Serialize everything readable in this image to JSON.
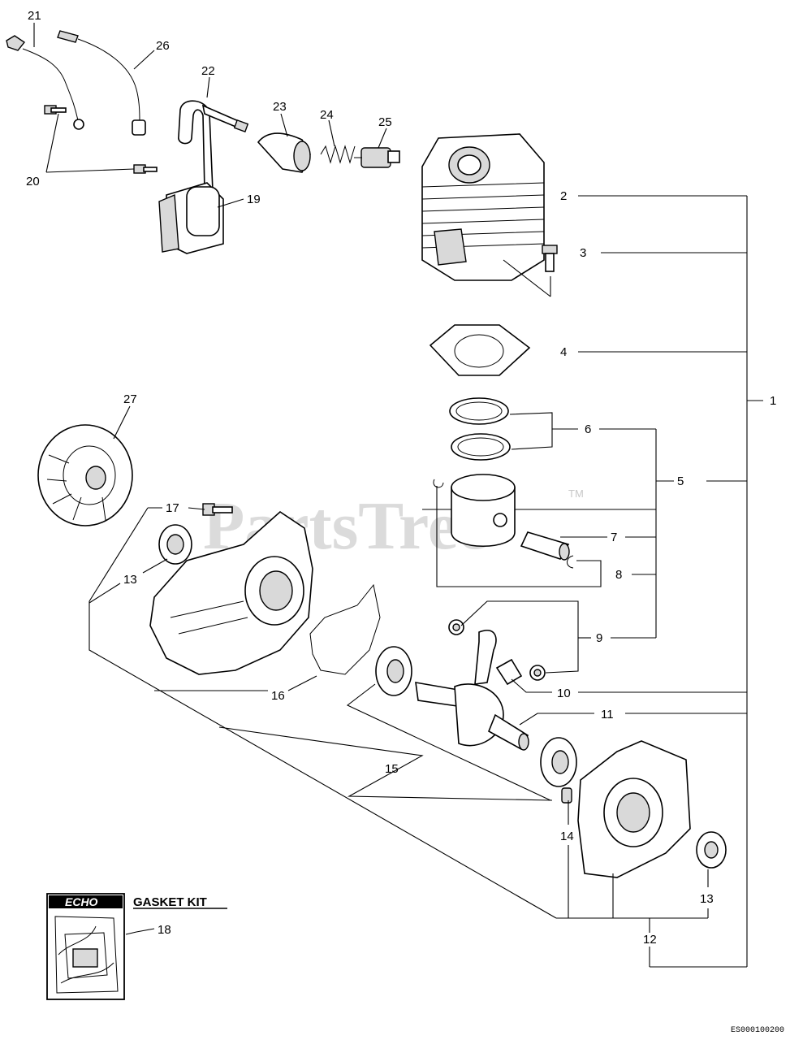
{
  "callouts": [
    "1",
    "2",
    "3",
    "4",
    "5",
    "6",
    "7",
    "8",
    "9",
    "10",
    "11",
    "12",
    "13",
    "13",
    "14",
    "15",
    "16",
    "17",
    "18",
    "19",
    "20",
    "21",
    "22",
    "23",
    "24",
    "25",
    "26",
    "27"
  ],
  "watermark": "PartsTree",
  "watermark_tm": "TM",
  "gasket_kit_label": "GASKET KIT",
  "gasket_kit_brand": "ECHO",
  "diagram_code": "ES000100200"
}
